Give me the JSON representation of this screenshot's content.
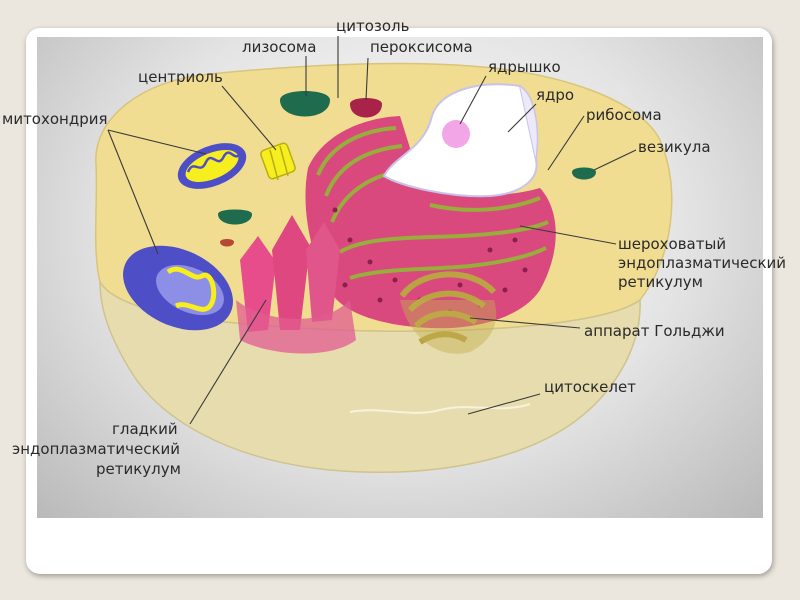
{
  "labels": {
    "cytosol": "цитозоль",
    "lysosome": "лизосома",
    "peroxisome": "пероксисома",
    "centriole": "центриоль",
    "nucleolus": "ядрышко",
    "nucleus": "ядро",
    "ribosome": "рибосома",
    "mitochondria": "митохондрия",
    "vesicle": "везикула",
    "rough_er": [
      "шероховатый",
      "эндоплазматический",
      "ретикулум"
    ],
    "golgi": "аппарат Гольджи",
    "cytoskeleton": "цитоскелет",
    "smooth_er": [
      "гладкий",
      "эндоплазматический",
      "ретикулум"
    ]
  },
  "colors": {
    "cytoplasm": "#f0dd92",
    "cell_front": "#e6dcae",
    "er_pink": "#d9497e",
    "er_green": "#98ad3c",
    "mitochondria_blue": "#4e4fc7",
    "mitochondria_inner": "#f7ee1f",
    "golgi": "#b9a343",
    "lysosome": "#1f6b4d",
    "peroxisome": "#a8224a",
    "nucleus": "#ffffff",
    "nucleolus": "#f3a6e7"
  }
}
